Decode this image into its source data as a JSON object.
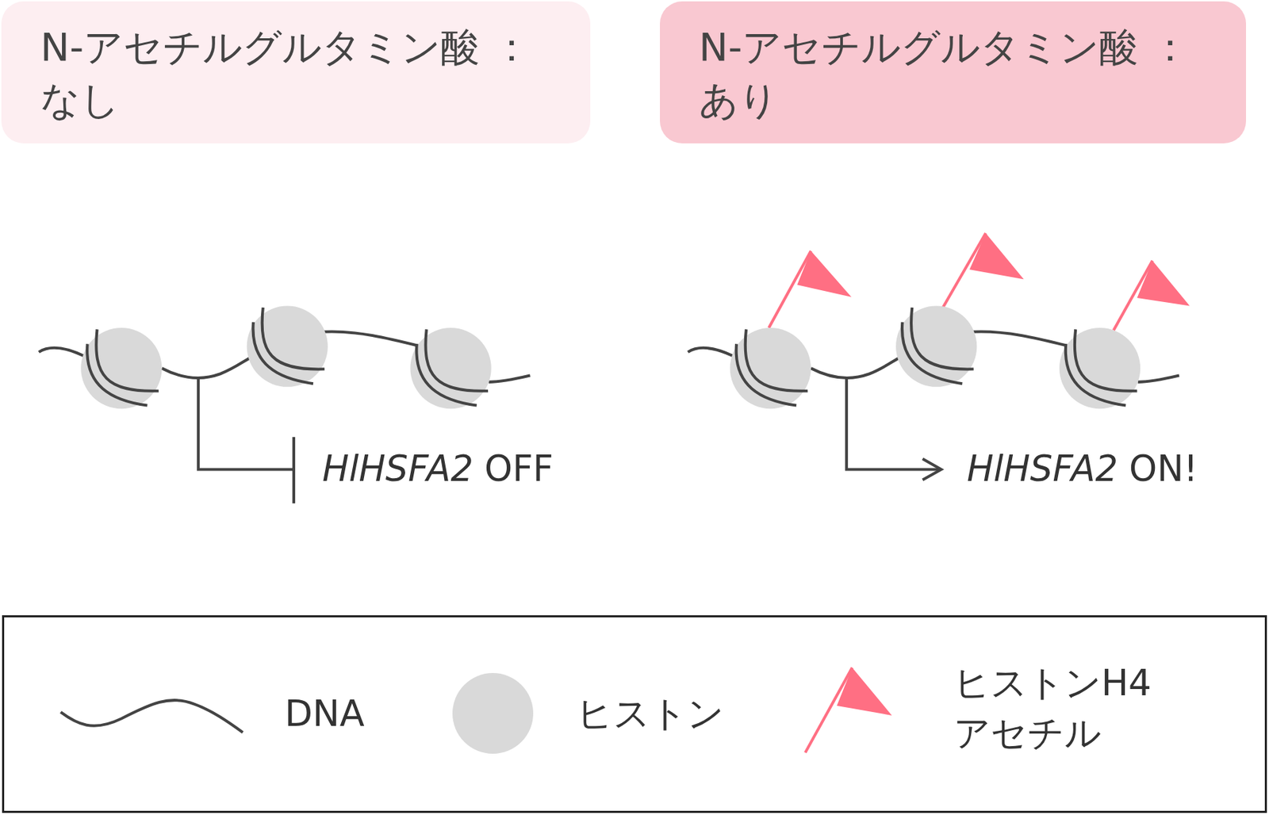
{
  "diagram": {
    "nodes": [
      {
        "text": [
          "N-アセチルグルタミン酸 ：なし"
        ]
      },
      {
        "text": [
          "N-アセチルグルタミン酸 ：あり"
        ]
      }
    ],
    "labels": [
      "HlHSFA2",
      "OFF",
      "HlHSFA2",
      "ON!"
    ],
    "legend": [
      {
        "text": "DNA"
      },
      {
        "text": "ヒストン",
        "color": "#d9d9d9"
      },
      {
        "text": "ヒストンH4 アセチル"
      }
    ]
  }
}
